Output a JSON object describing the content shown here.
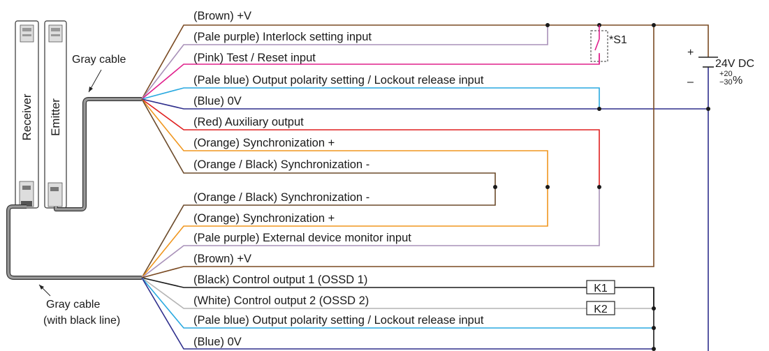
{
  "devices": {
    "receiver": "Receiver",
    "emitter": "Emitter"
  },
  "cables": {
    "top": "Gray cable",
    "bottom_line1": "Gray cable",
    "bottom_line2": "(with black line)"
  },
  "emitter_wires": [
    {
      "label": "(Brown) +V",
      "color": "#7a4a22"
    },
    {
      "label": "(Pale purple) Interlock setting input",
      "color": "#a890b8"
    },
    {
      "label": "(Pink) Test / Reset input",
      "color": "#e0208c"
    },
    {
      "label": "(Pale blue) Output polarity setting / Lockout release input",
      "color": "#29a9e0"
    },
    {
      "label": "(Blue) 0V",
      "color": "#2e2e8c"
    },
    {
      "label": "(Red) Auxiliary output",
      "color": "#e02020"
    },
    {
      "label": "(Orange) Synchronization +",
      "color": "#f0961e"
    },
    {
      "label": "(Orange / Black) Synchronization -",
      "color": "#6b4a2a"
    }
  ],
  "receiver_wires": [
    {
      "label": "(Orange / Black) Synchronization -",
      "color": "#6b4a2a"
    },
    {
      "label": "(Orange) Synchronization +",
      "color": "#f0961e"
    },
    {
      "label": "(Pale purple) External device monitor input",
      "color": "#a890b8"
    },
    {
      "label": "(Brown) +V",
      "color": "#7a4a22"
    },
    {
      "label": "(Black) Control output 1 (OSSD 1)",
      "color": "#1a1a1a"
    },
    {
      "label": "(White) Control output 2 (OSSD 2)",
      "color": "#b4b4b4"
    },
    {
      "label": "(Pale blue) Output polarity setting / Lockout release input",
      "color": "#29a9e0"
    },
    {
      "label": "(Blue) 0V",
      "color": "#2e2e8c"
    }
  ],
  "switch": {
    "label": "*S1"
  },
  "power": {
    "voltage": "24V DC",
    "plus": "+",
    "minus": "–",
    "tol_plus": "+20",
    "tol_minus": "−30",
    "percent": "%"
  },
  "relays": {
    "k1": "K1",
    "k2": "K2"
  }
}
